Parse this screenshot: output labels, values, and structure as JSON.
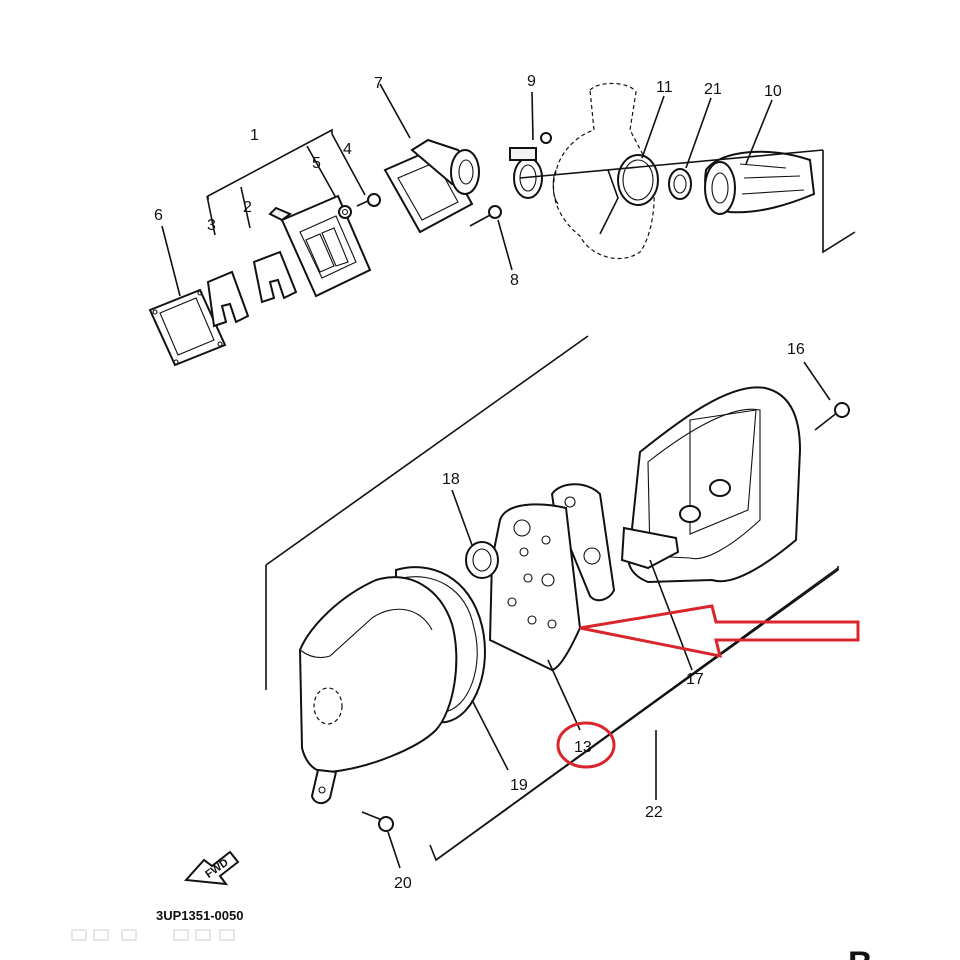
{
  "labels": {
    "p1": "1",
    "p2": "2",
    "p3": "3",
    "p4": "4",
    "p5": "5",
    "p6": "6",
    "p7": "7",
    "p8": "8",
    "p9": "9",
    "p10": "10",
    "p11": "11",
    "p13": "13",
    "p16": "16",
    "p17": "17",
    "p18": "18",
    "p19": "19",
    "p20": "20",
    "p21": "21",
    "p22": "22"
  },
  "fwd": "FWD",
  "ref_code": "3UP1351-0050",
  "corner_letter": "B",
  "highlight": {
    "part": "13",
    "color": "#d9262c"
  }
}
